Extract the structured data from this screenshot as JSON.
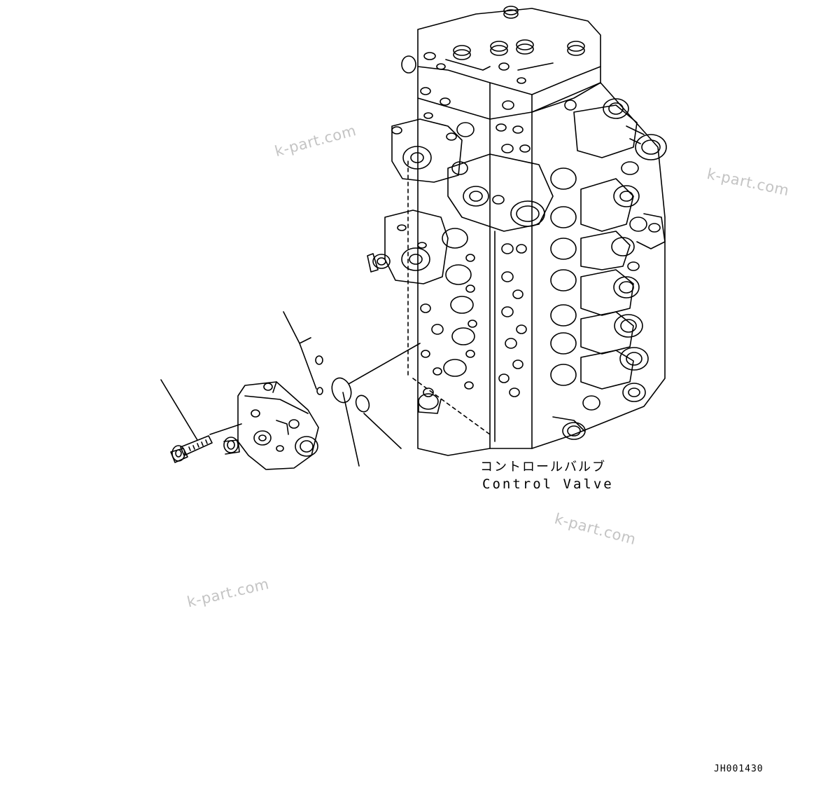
{
  "label": {
    "japanese": "コントロールバルブ",
    "english": "Control Valve"
  },
  "drawing_code": "JH001430",
  "watermark": "k-part.com",
  "colors": {
    "line": "#000000",
    "watermark": "#c4c4c4",
    "background": "#ffffff"
  }
}
